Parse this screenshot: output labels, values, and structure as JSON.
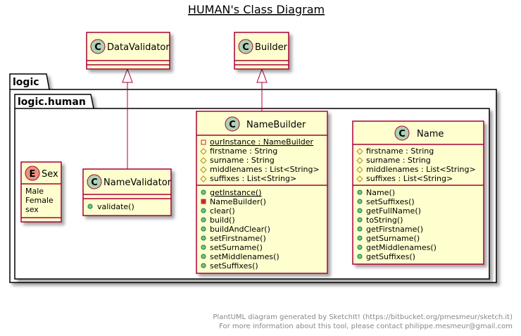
{
  "title": "HUMAN's Class Diagram",
  "packages": {
    "outer": "logic",
    "inner": "logic.human"
  },
  "classes": {
    "data_validator": {
      "stereotype_letter": "C",
      "name": "DataValidator"
    },
    "builder": {
      "stereotype_letter": "C",
      "name": "Builder"
    },
    "sex": {
      "stereotype_letter": "E",
      "name": "Sex",
      "values": [
        "Male",
        "Female",
        "sex"
      ]
    },
    "name_validator": {
      "stereotype_letter": "C",
      "name": "NameValidator",
      "methods": [
        "validate()"
      ]
    },
    "name_builder": {
      "stereotype_letter": "C",
      "name": "NameBuilder",
      "fields": [
        "ourInstance : NameBuilder",
        "firstname : String",
        "surname : String",
        "middlenames : List<String>",
        "suffixes : List<String>"
      ],
      "methods": [
        "getInstance()",
        "NameBuilder()",
        "clear()",
        "build()",
        "buildAndClear()",
        "setFirstname()",
        "setSurname()",
        "setMiddlenames()",
        "setSuffixes()"
      ]
    },
    "name": {
      "stereotype_letter": "C",
      "name": "Name",
      "fields": [
        "firstname : String",
        "surname : String",
        "middlenames : List<String>",
        "suffixes : List<String>"
      ],
      "methods": [
        "Name()",
        "setSuffixes()",
        "getFullName()",
        "toString()",
        "getFirstname()",
        "getSurname()",
        "getMiddlenames()",
        "getSuffixes()"
      ]
    }
  },
  "footer": {
    "line1": "PlantUML diagram generated by SketchIt! (https://bitbucket.org/pmesmeur/sketch.it)",
    "line2": "For more information about this tool, please contact philippe.mesmeur@gmail.com"
  },
  "colors": {
    "class_fill": "#FEFECE",
    "class_border": "#A80036",
    "class_badge": "#ADD1B2",
    "enum_badge": "#EB937F"
  }
}
